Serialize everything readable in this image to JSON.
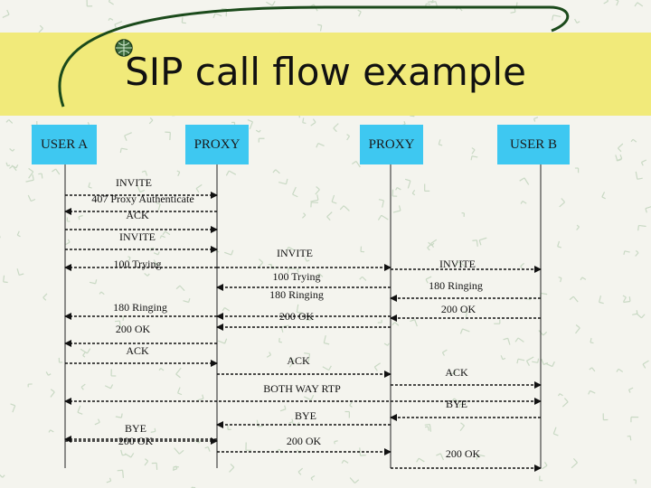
{
  "title": "SIP call flow example",
  "actors": [
    {
      "id": "a",
      "label": "USER A"
    },
    {
      "id": "p1",
      "label": "PROXY"
    },
    {
      "id": "p2",
      "label": "PROXY"
    },
    {
      "id": "b",
      "label": "USER B"
    }
  ],
  "messages": [
    {
      "label": "INVITE",
      "from": "a",
      "to": "p1"
    },
    {
      "label": "407 Proxy Authenticate",
      "from": "p1",
      "to": "a"
    },
    {
      "label": "ACK",
      "from": "a",
      "to": "p1"
    },
    {
      "label": "INVITE",
      "from": "a",
      "to": "p1"
    },
    {
      "label": "100 Trying",
      "from": "p1",
      "to": "a"
    },
    {
      "label": "INVITE",
      "from": "p1",
      "to": "p2"
    },
    {
      "label": "100 Trying",
      "from": "p2",
      "to": "p1"
    },
    {
      "label": "INVITE",
      "from": "p2",
      "to": "b"
    },
    {
      "label": "180 Ringing",
      "from": "b",
      "to": "p2"
    },
    {
      "label": "180 Ringing",
      "from": "p2",
      "to": "p1"
    },
    {
      "label": "180 Ringing",
      "from": "p1",
      "to": "a"
    },
    {
      "label": "200 OK",
      "from": "b",
      "to": "p2"
    },
    {
      "label": "200 OK",
      "from": "p2",
      "to": "p1"
    },
    {
      "label": "200 OK",
      "from": "p1",
      "to": "a"
    },
    {
      "label": "ACK",
      "from": "a",
      "to": "p1"
    },
    {
      "label": "ACK",
      "from": "p1",
      "to": "p2"
    },
    {
      "label": "ACK",
      "from": "p2",
      "to": "b"
    },
    {
      "label": "BOTH WAY RTP",
      "from": "a",
      "to": "b",
      "both": true
    },
    {
      "label": "BYE",
      "from": "b",
      "to": "p2"
    },
    {
      "label": "BYE",
      "from": "p2",
      "to": "p1"
    },
    {
      "label": "BYE",
      "from": "p1",
      "to": "a"
    },
    {
      "label": "200 OK",
      "from": "a",
      "to": "p1"
    },
    {
      "label": "200 OK",
      "from": "p1",
      "to": "p2"
    },
    {
      "label": "200 OK",
      "from": "p2",
      "to": "b"
    }
  ],
  "colors": {
    "actor_box": "#3ec8f1",
    "title_band": "#f1ea7a",
    "curve": "#1b4a1b"
  }
}
